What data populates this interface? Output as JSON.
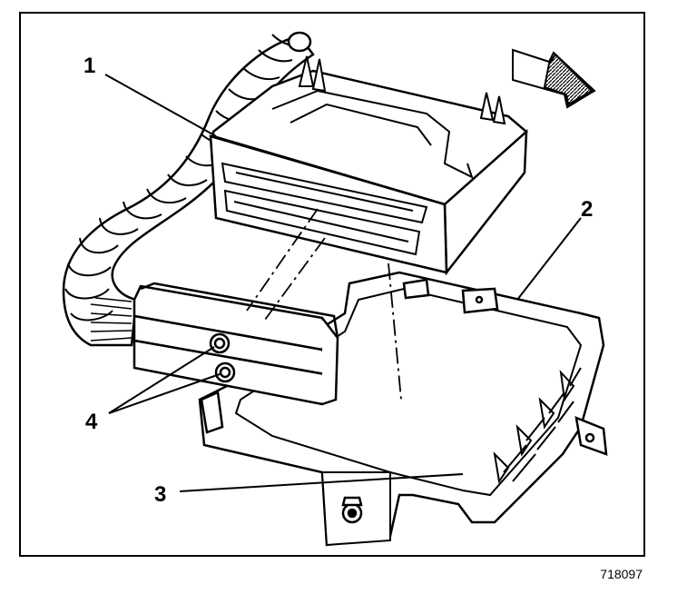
{
  "callouts": {
    "c1": "1",
    "c2": "2",
    "c3": "3",
    "c4": "4"
  },
  "figure_id": "718097",
  "parts": {
    "harness": "wiring-harness",
    "ecm": "control-module",
    "tray": "module-tray",
    "connector": "harness-connector",
    "fasteners": "connector-bolts",
    "direction": "direction-arrow"
  },
  "colors": {
    "ink": "#000000",
    "paper": "#ffffff",
    "hatch": "#555555"
  }
}
